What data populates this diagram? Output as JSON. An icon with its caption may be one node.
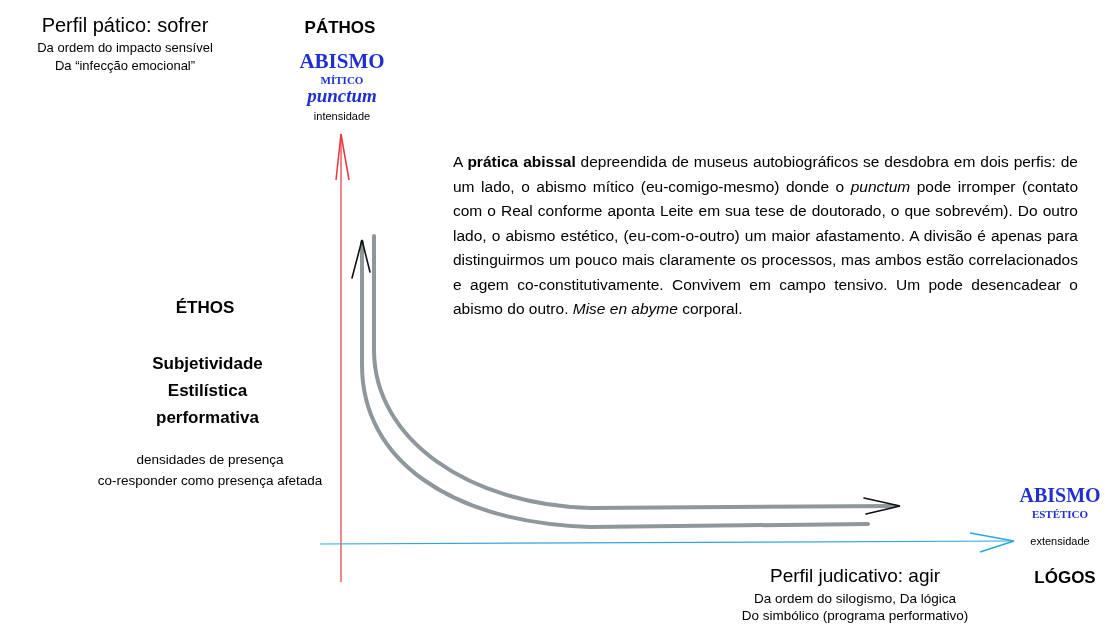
{
  "diagram": {
    "labels": [
      "Perfil pático: sofrer",
      "Da ordem do impacto sensível",
      "Da “infecção emocional”",
      "PÁTHOS",
      "ABISMO",
      "MÍTICO",
      "punctum",
      "intensidade",
      "A **prática abissal** depreendida de museus autobiográficos se desdobra em dois perfis: de um lado, o abismo mítico (eu-comigo-mesmo) donde o *punctum* pode irromper (contato com o Real conforme aponta Leite em sua tese de doutorado, o que sobrevém). Do outro lado, o abismo estético, (eu-com-o-outro) um maior afastamento. A divisão é apenas para distinguirmos um pouco mais claramente os processos, mas ambos estão correlacionados e agem co-constitutivamente. Convivem em campo tensivo. Um pode desencadear o abismo do outro. *Mise en abyme* corporal.",
      "ÉTHOS",
      "Subjetividade Estilística performativa",
      "densidades de presença",
      "co-responder como presença afetada",
      "ABISMO",
      "ESTÉTICO",
      "extensidade",
      "Perfil judicativo: agir",
      "Da ordem do silogismo, Da lógica",
      "Do simbólico (programa performativo)",
      "LÓGOS"
    ]
  }
}
